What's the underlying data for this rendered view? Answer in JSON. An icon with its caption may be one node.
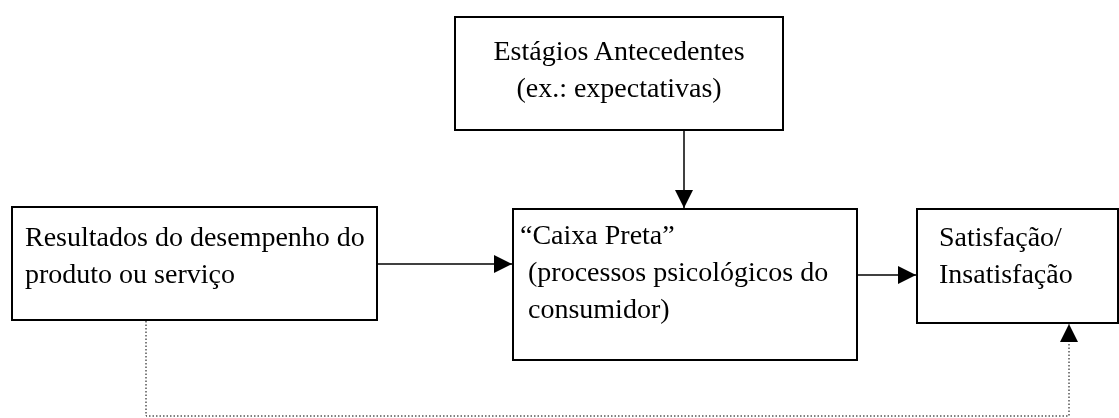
{
  "diagram": {
    "nodes": [
      {
        "text": [
          "Estágios Antecedentes (ex.: expectativas)"
        ]
      },
      {
        "text": [
          "Resultados do desempenho do produto ou serviço"
        ]
      },
      {
        "text": [
          "“Caixa Preta”",
          "(processos psicológicos do consumidor)"
        ]
      },
      {
        "text": [
          "Satisfação/ Insatisfação"
        ]
      }
    ],
    "edges": [
      {
        "from": 0,
        "to": 2,
        "arrow": "to"
      },
      {
        "from": 1,
        "to": 2,
        "arrow": "to"
      },
      {
        "from": 2,
        "to": 3,
        "arrow": "to"
      },
      {
        "from": 1,
        "to": 3,
        "arrow": "to",
        "style": "dashed"
      }
    ]
  }
}
